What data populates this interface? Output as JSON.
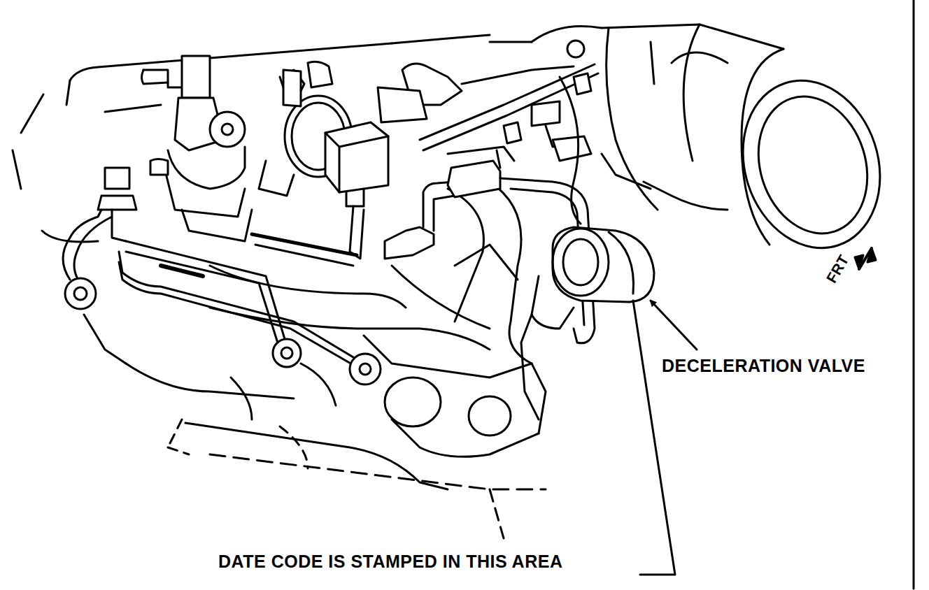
{
  "diagram": {
    "labels": [
      "DECELERATION VALVE",
      "DATE CODE IS STAMPED IN THIS AREA",
      "FRT"
    ]
  }
}
